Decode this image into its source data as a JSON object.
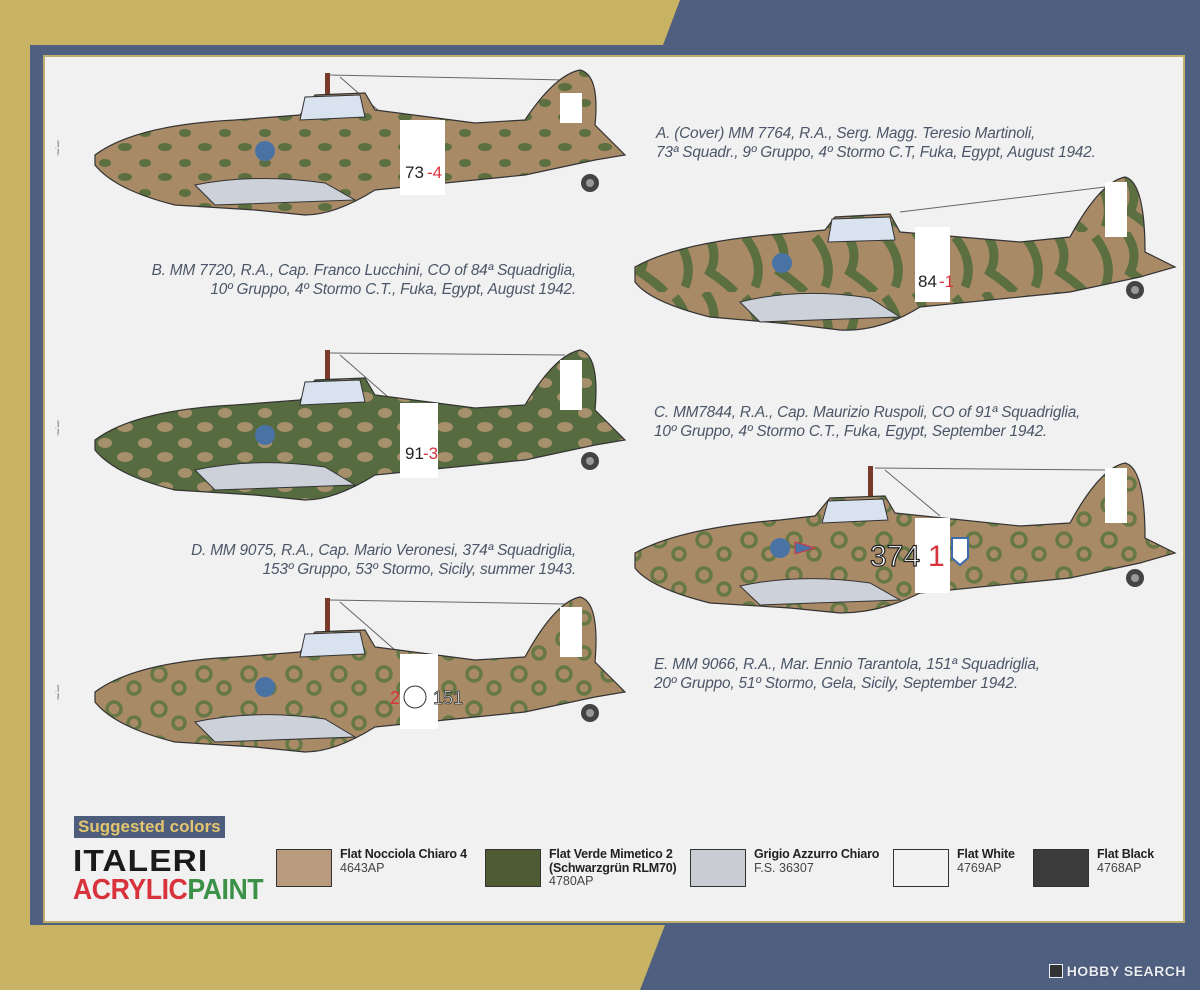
{
  "sheet": {
    "colors": {
      "gold": "#c8b263",
      "blue": "#4f5f80",
      "paper": "#f1f1f1",
      "caption": "#4c5668"
    }
  },
  "profiles": [
    {
      "id": "A",
      "code": "73-4",
      "camo": "spotted",
      "base": "#a88a66",
      "spot": "#4f6a3a",
      "caption_lines": [
        "A. (Cover) MM 7764, R.A., Serg. Magg. Teresio Martinoli,",
        "73ª Squadr., 9º Gruppo, 4º Stormo C.T, Fuka, Egypt, August 1942."
      ]
    },
    {
      "id": "B",
      "code": "84-1",
      "camo": "web",
      "base": "#a88a66",
      "spot": "#4f6a3a",
      "caption_lines": [
        "B. MM 7720, R.A., Cap. Franco Lucchini, CO of 84ª Squadriglia,",
        "10º Gruppo, 4º Stormo C.T., Fuka, Egypt, August 1942."
      ]
    },
    {
      "id": "C",
      "code": "91-3",
      "camo": "dark",
      "base": "#566c40",
      "spot": "#b49772",
      "caption_lines": [
        "C. MM7844, R.A., Cap. Maurizio Ruspoli, CO of 91ª Squadriglia,",
        "10º Gruppo, 4º Stormo C.T., Fuka, Egypt, September 1942."
      ]
    },
    {
      "id": "D",
      "code": "374 1",
      "camo": "rings",
      "base": "#a88a66",
      "spot": "#5a7540",
      "caption_lines": [
        "D. MM 9075, R.A., Cap. Mario Veronesi, 374ª Squadriglia,",
        "153º Gruppo, 53º Stormo, Sicily, summer 1943."
      ]
    },
    {
      "id": "E",
      "code": "2 151",
      "camo": "rings",
      "base": "#a88a66",
      "spot": "#5a7540",
      "caption_lines": [
        "E. MM 9066, R.A., Mar. Ennio Tarantola, 151ª Squadriglia,",
        "20º Gruppo, 51º Stormo, Gela, Sicily, September 1942."
      ]
    }
  ],
  "legend": {
    "title": "Suggested colors",
    "brand_line1": "ITALERI",
    "brand_line2_red": "ACRYLIC",
    "brand_line2_green": "PAINT",
    "swatches": [
      {
        "name": "Flat Nocciola Chiaro 4",
        "name2": "",
        "code": "4643AP",
        "color": "#b89a7c"
      },
      {
        "name": "Flat Verde Mimetico 2",
        "name2": "(Schwarzgrün RLM70)",
        "code": "4780AP",
        "color": "#4f5b33"
      },
      {
        "name": "Grigio Azzurro Chiaro",
        "name2": "",
        "code": "F.S. 36307",
        "color": "#c9ccd3"
      },
      {
        "name": "Flat White",
        "name2": "",
        "code": "4769AP",
        "color": "#f2f2f2"
      },
      {
        "name": "Flat Black",
        "name2": "",
        "code": "4768AP",
        "color": "#3c3c3c"
      }
    ]
  },
  "watermark": "HOBBY SEARCH"
}
